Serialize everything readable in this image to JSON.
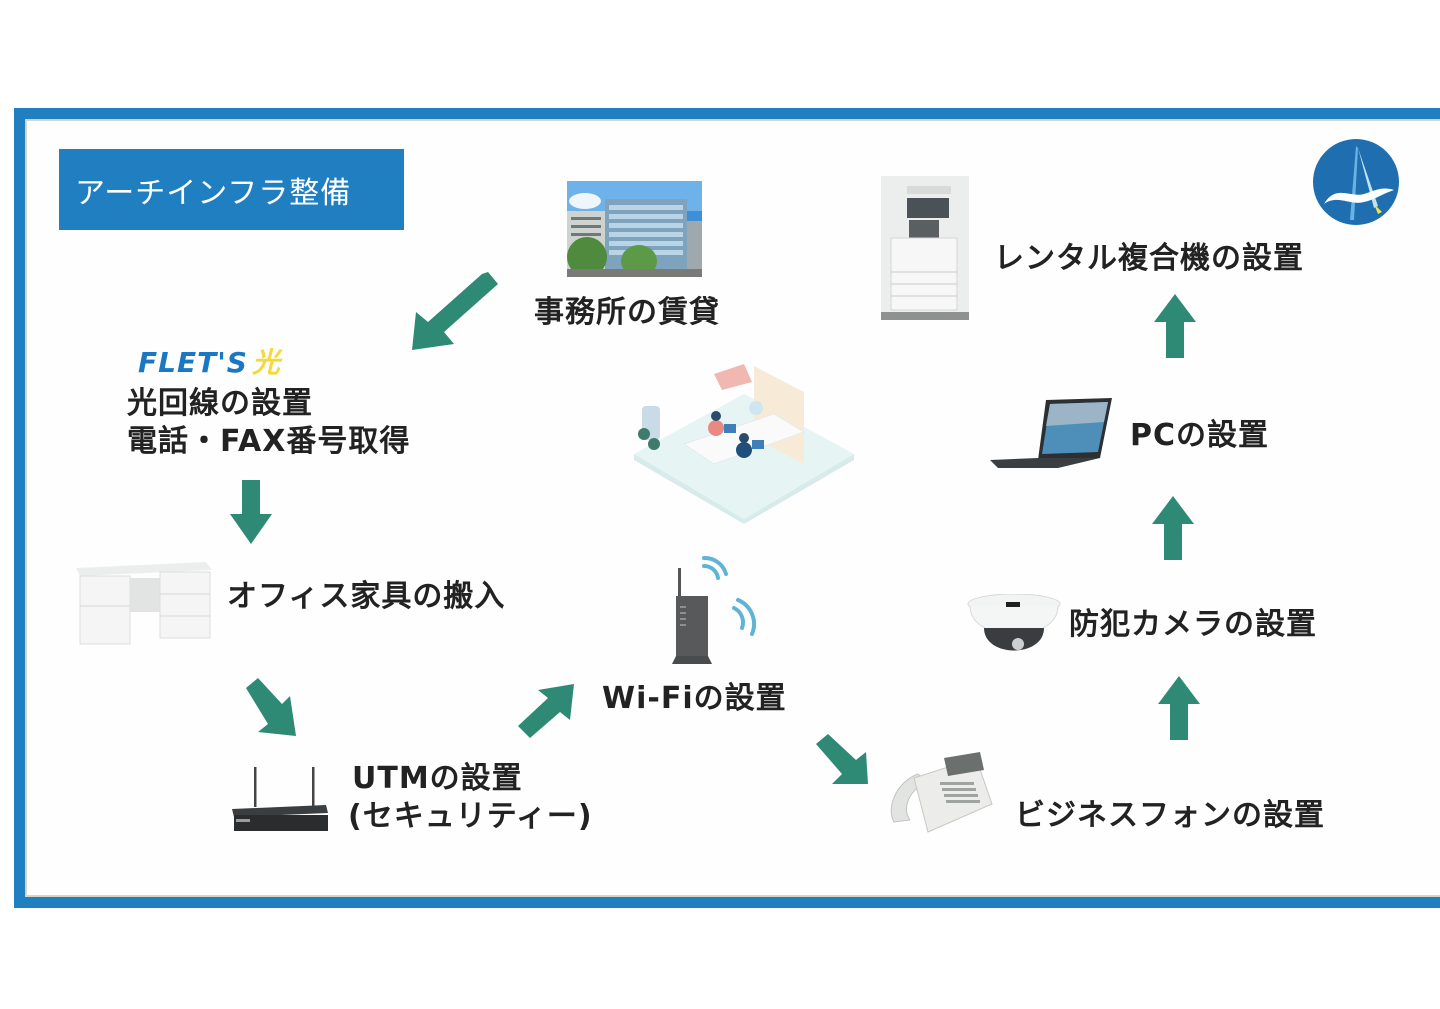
{
  "header": {
    "title": "アーチインフラ整備"
  },
  "logo": {
    "icon": "company-logo-icon",
    "colors": {
      "circle": "#1f6fb0",
      "wave": "#ffffff",
      "accent": "#f2e24a"
    }
  },
  "colors": {
    "frame": "#1f7fc1",
    "arrow": "#2e8a74",
    "text": "#222222"
  },
  "steps": [
    {
      "id": "office",
      "label": "事務所の賃貸",
      "icon": "office-building-icon"
    },
    {
      "id": "fiber",
      "brand": {
        "main": "FLET'S",
        "accent": "光"
      },
      "label_lines": [
        "光回線の設置",
        "電話・FAX番号取得"
      ],
      "icon": "flets-logo-icon"
    },
    {
      "id": "furniture",
      "label": "オフィス家具の搬入",
      "icon": "office-desk-icon"
    },
    {
      "id": "utm",
      "label_lines": [
        "UTMの設置",
        "(セキュリティー)"
      ],
      "icon": "utm-device-icon"
    },
    {
      "id": "wifi",
      "label": "Wi-Fiの設置",
      "icon": "wifi-router-icon"
    },
    {
      "id": "phone",
      "label": "ビジネスフォンの設置",
      "icon": "business-phone-icon"
    },
    {
      "id": "camera",
      "label": "防犯カメラの設置",
      "icon": "security-camera-icon"
    },
    {
      "id": "pc",
      "label": "PCの設置",
      "icon": "laptop-icon"
    },
    {
      "id": "mfp",
      "label": "レンタル複合機の設置",
      "icon": "multifunction-printer-icon"
    }
  ],
  "center_illustration": "office-workspace-illustration",
  "flow": [
    {
      "from": "office",
      "to": "fiber",
      "direction": "down-left"
    },
    {
      "from": "fiber",
      "to": "furniture",
      "direction": "down"
    },
    {
      "from": "furniture",
      "to": "utm",
      "direction": "down-right"
    },
    {
      "from": "utm",
      "to": "wifi",
      "direction": "up-right"
    },
    {
      "from": "wifi",
      "to": "phone",
      "direction": "down-right"
    },
    {
      "from": "phone",
      "to": "camera",
      "direction": "up"
    },
    {
      "from": "camera",
      "to": "pc",
      "direction": "up"
    },
    {
      "from": "pc",
      "to": "mfp",
      "direction": "up"
    }
  ]
}
